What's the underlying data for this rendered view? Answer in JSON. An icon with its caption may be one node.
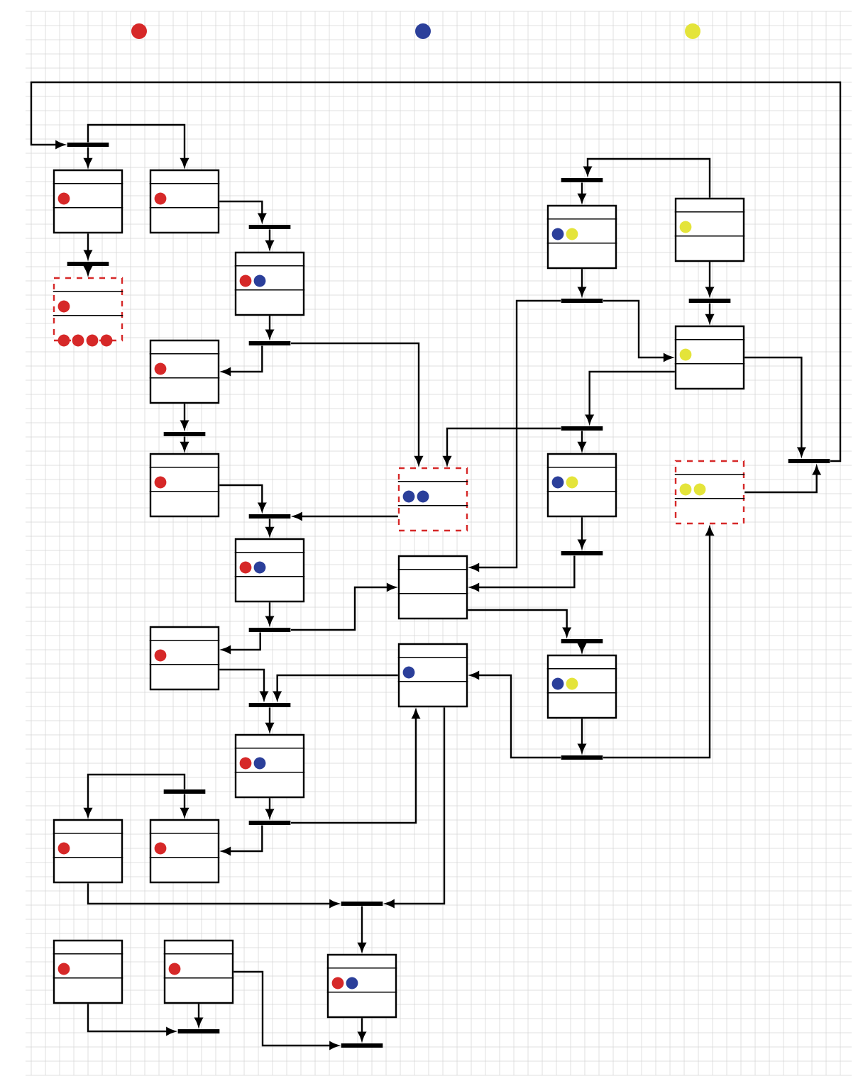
{
  "diagram": {
    "nodes": [
      {
        "text": [],
        "shape": "box"
      },
      {
        "text": [],
        "shape": "box"
      },
      {
        "text": [],
        "shape": "box"
      },
      {
        "text": [],
        "shape": "box"
      },
      {
        "text": [],
        "shape": "box"
      },
      {
        "text": [],
        "shape": "box"
      },
      {
        "text": [],
        "shape": "box"
      },
      {
        "text": [],
        "shape": "box"
      },
      {
        "text": [],
        "shape": "box"
      },
      {
        "text": [],
        "shape": "box"
      },
      {
        "text": [],
        "shape": "box"
      },
      {
        "text": [],
        "shape": "box"
      },
      {
        "text": [],
        "shape": "box"
      },
      {
        "text": [],
        "shape": "box"
      },
      {
        "text": [],
        "shape": "box"
      },
      {
        "text": [],
        "shape": "box"
      },
      {
        "text": [],
        "shape": "box"
      },
      {
        "text": [],
        "shape": "box"
      },
      {
        "text": [],
        "shape": "box"
      },
      {
        "text": [],
        "shape": "box"
      },
      {
        "text": [],
        "shape": "box"
      },
      {
        "text": [],
        "shape": "box"
      },
      {
        "text": [],
        "shape": "box"
      },
      {
        "text": [],
        "shape": "bar"
      },
      {
        "text": [],
        "shape": "bar"
      },
      {
        "text": [],
        "shape": "bar"
      },
      {
        "text": [],
        "shape": "bar"
      },
      {
        "text": [],
        "shape": "bar"
      },
      {
        "text": [],
        "shape": "bar"
      },
      {
        "text": [],
        "shape": "bar"
      },
      {
        "text": [],
        "shape": "bar"
      },
      {
        "text": [],
        "shape": "bar"
      },
      {
        "text": [],
        "shape": "bar"
      },
      {
        "text": [],
        "shape": "bar"
      },
      {
        "text": [],
        "shape": "bar"
      },
      {
        "text": [],
        "shape": "bar"
      },
      {
        "text": [],
        "shape": "bar"
      },
      {
        "text": [],
        "shape": "bar"
      },
      {
        "text": [],
        "shape": "bar"
      },
      {
        "text": [],
        "shape": "bar"
      },
      {
        "text": [],
        "shape": "bar"
      },
      {
        "text": [],
        "shape": "bar"
      },
      {
        "text": [],
        "shape": "bar"
      },
      {
        "text": [],
        "shape": "bar"
      }
    ],
    "edges": [
      {
        "from": 23,
        "to": 0,
        "arrow": "to"
      },
      {
        "from": 23,
        "to": 1,
        "arrow": "to"
      },
      {
        "from": 0,
        "to": 24,
        "arrow": "to"
      },
      {
        "from": 24,
        "to": 2,
        "arrow": "to"
      },
      {
        "from": 1,
        "to": 25,
        "arrow": "to"
      },
      {
        "from": 25,
        "to": 3,
        "arrow": "to"
      },
      {
        "from": 3,
        "to": 26,
        "arrow": "to"
      },
      {
        "from": 26,
        "to": 4,
        "arrow": "to"
      },
      {
        "from": 26,
        "to": 7,
        "arrow": "to"
      },
      {
        "from": 4,
        "to": 27,
        "arrow": "to"
      },
      {
        "from": 27,
        "to": 5,
        "arrow": "to"
      },
      {
        "from": 5,
        "to": 28,
        "arrow": "to"
      },
      {
        "from": 7,
        "to": 28,
        "arrow": "to"
      },
      {
        "from": 28,
        "to": 6,
        "arrow": "to"
      },
      {
        "from": 6,
        "to": 29,
        "arrow": "to"
      },
      {
        "from": 29,
        "to": 10,
        "arrow": "to"
      },
      {
        "from": 29,
        "to": 8,
        "arrow": "to"
      },
      {
        "from": 10,
        "to": 30,
        "arrow": "to"
      },
      {
        "from": 9,
        "to": 30,
        "arrow": "to"
      },
      {
        "from": 30,
        "to": 11,
        "arrow": "to"
      },
      {
        "from": 11,
        "to": 31,
        "arrow": "to"
      },
      {
        "from": 31,
        "to": 13,
        "arrow": "to"
      },
      {
        "from": 31,
        "to": 9,
        "arrow": "to"
      },
      {
        "from": 32,
        "to": 12,
        "arrow": "to"
      },
      {
        "from": 32,
        "to": 13,
        "arrow": "to"
      },
      {
        "from": 12,
        "to": 33,
        "arrow": "to"
      },
      {
        "from": 9,
        "to": 33,
        "arrow": "to"
      },
      {
        "from": 33,
        "to": 16,
        "arrow": "to"
      },
      {
        "from": 16,
        "to": 34,
        "arrow": "to"
      },
      {
        "from": 15,
        "to": 34,
        "arrow": "to"
      },
      {
        "from": 14,
        "to": 35,
        "arrow": "to"
      },
      {
        "from": 15,
        "to": 35,
        "arrow": "to"
      },
      {
        "from": 36,
        "to": 17,
        "arrow": "to"
      },
      {
        "from": 18,
        "to": 36,
        "arrow": "to"
      },
      {
        "from": 17,
        "to": 37,
        "arrow": "to"
      },
      {
        "from": 37,
        "to": 8,
        "arrow": "to"
      },
      {
        "from": 37,
        "to": 19,
        "arrow": "to"
      },
      {
        "from": 18,
        "to": 38,
        "arrow": "to"
      },
      {
        "from": 38,
        "to": 19,
        "arrow": "to"
      },
      {
        "from": 19,
        "to": 40,
        "arrow": "to"
      },
      {
        "from": 21,
        "to": 40,
        "arrow": "to"
      },
      {
        "from": 40,
        "to": 23,
        "arrow": "to"
      },
      {
        "from": 19,
        "to": 39,
        "arrow": "to"
      },
      {
        "from": 39,
        "to": 20,
        "arrow": "to"
      },
      {
        "from": 39,
        "to": 7,
        "arrow": "to"
      },
      {
        "from": 20,
        "to": 41,
        "arrow": "to"
      },
      {
        "from": 41,
        "to": 8,
        "arrow": "to"
      },
      {
        "from": 8,
        "to": 42,
        "arrow": "to"
      },
      {
        "from": 42,
        "to": 22,
        "arrow": "to"
      },
      {
        "from": 22,
        "to": 43,
        "arrow": "to"
      },
      {
        "from": 43,
        "to": 9,
        "arrow": "to"
      },
      {
        "from": 43,
        "to": 21,
        "arrow": "to"
      }
    ]
  }
}
